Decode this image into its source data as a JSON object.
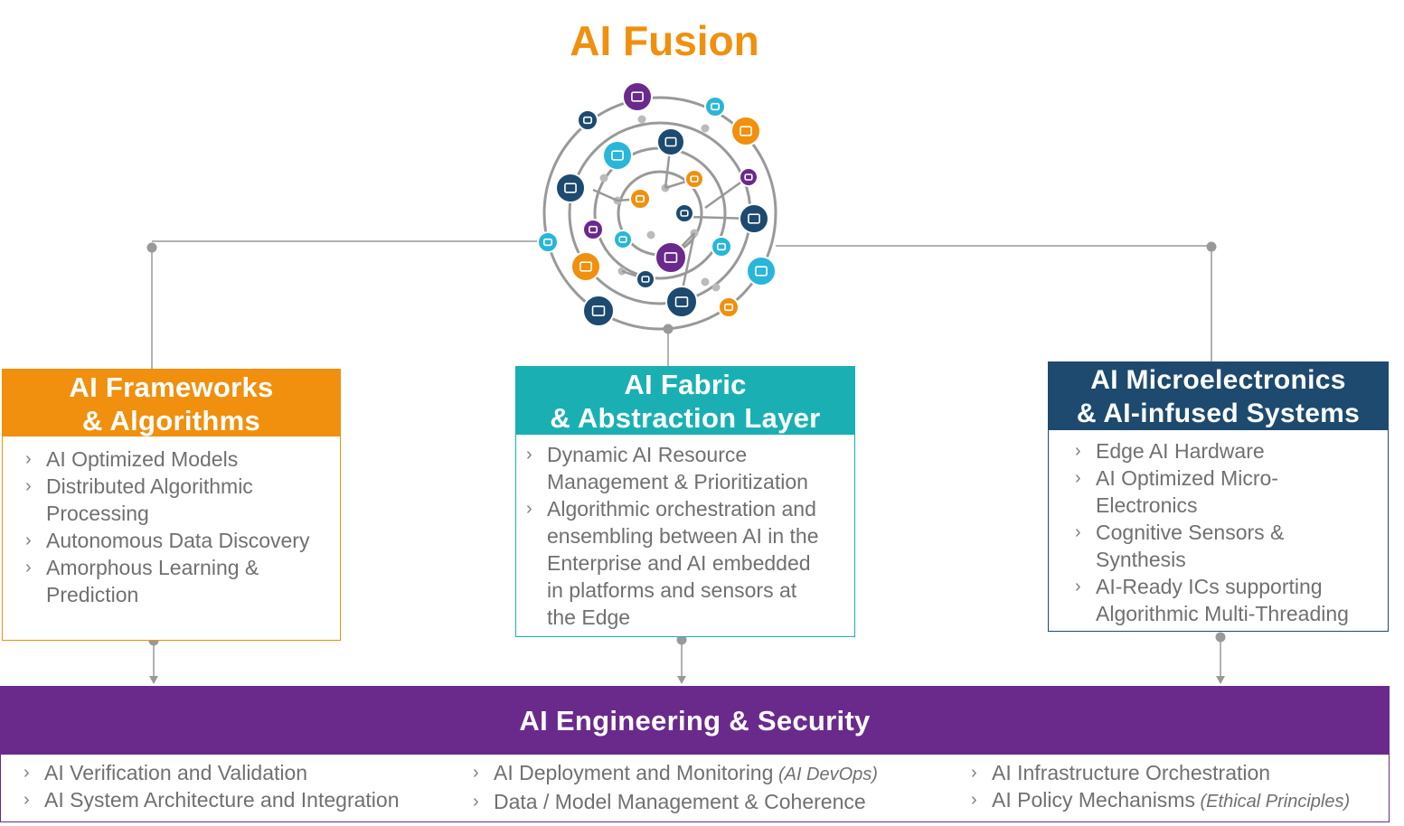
{
  "title": "AI Fusion",
  "colors": {
    "orange": "#f0900e",
    "teal": "#1ab0b3",
    "navy": "#1d4a6e",
    "purple": "#6a2a8c",
    "gray_text": "#707070",
    "connector": "#999999"
  },
  "boxes": {
    "frameworks": {
      "heading_line1": "AI Frameworks",
      "heading_line2": "& Algorithms",
      "items": [
        [
          "AI Optimized Models"
        ],
        [
          "Distributed Algorithmic",
          "Processing"
        ],
        [
          "Autonomous Data Discovery"
        ],
        [
          "Amorphous Learning &",
          "Prediction"
        ]
      ]
    },
    "fabric": {
      "heading_line1": "AI Fabric",
      "heading_line2": "& Abstraction Layer",
      "items": [
        [
          "Dynamic AI Resource",
          "Management & Prioritization"
        ],
        [
          "Algorithmic orchestration and",
          "ensembling between AI in the",
          "Enterprise and AI embedded",
          "in platforms and sensors at",
          "the Edge"
        ]
      ]
    },
    "microelectronics": {
      "heading_line1": "AI Microelectronics",
      "heading_line2": "& AI-infused Systems",
      "items": [
        [
          "Edge AI Hardware"
        ],
        [
          "AI Optimized Micro-",
          "Electronics"
        ],
        [
          "Cognitive Sensors &",
          "Synthesis"
        ],
        [
          "AI-Ready ICs supporting",
          "Algorithmic Multi-Threading"
        ]
      ]
    },
    "engineering": {
      "heading": "AI Engineering & Security",
      "col1": [
        {
          "text": "AI Verification and Validation",
          "note": ""
        },
        {
          "text": "AI System Architecture and Integration",
          "note": ""
        }
      ],
      "col2": [
        {
          "text": "AI Deployment and Monitoring",
          "note": "(AI DevOps)"
        },
        {
          "text": "Data / Model Management & Coherence",
          "note": ""
        }
      ],
      "col3": [
        {
          "text": "AI Infrastructure Orchestration",
          "note": ""
        },
        {
          "text": "AI Policy Mechanisms",
          "note": "(Ethical Principles)"
        }
      ]
    }
  },
  "bullet_glyph": "›",
  "network_icons": [
    {
      "name": "signal-bars-icon",
      "color": "#6a2a8c"
    },
    {
      "name": "sd-card-icon",
      "color": "#29b6d8"
    },
    {
      "name": "cloud-icon",
      "color": "#f0900e"
    },
    {
      "name": "credit-card-icon",
      "color": "#1d4a6e"
    },
    {
      "name": "gear-icon",
      "color": "#1d4a6e"
    },
    {
      "name": "phone-icon",
      "color": "#29b6d8"
    },
    {
      "name": "folder-icon",
      "color": "#f0900e"
    },
    {
      "name": "wifi-icon",
      "color": "#6a2a8c"
    },
    {
      "name": "disc-icon",
      "color": "#1d4a6e"
    },
    {
      "name": "cursor-icon",
      "color": "#f0900e"
    },
    {
      "name": "chip-icon",
      "color": "#1d4a6e"
    },
    {
      "name": "tools-icon",
      "color": "#1d4a6e"
    },
    {
      "name": "document-icon",
      "color": "#29b6d8"
    },
    {
      "name": "router-icon",
      "color": "#6a2a8c"
    },
    {
      "name": "memory-icon",
      "color": "#29b6d8"
    },
    {
      "name": "gauge-icon",
      "color": "#29b6d8"
    },
    {
      "name": "laptop-icon",
      "color": "#f0900e"
    },
    {
      "name": "monitor-icon",
      "color": "#6a2a8c"
    },
    {
      "name": "desktop-icon",
      "color": "#29b6d8"
    },
    {
      "name": "keyboard-icon",
      "color": "#1d4a6e"
    },
    {
      "name": "server-icon",
      "color": "#1d4a6e"
    },
    {
      "name": "tablet-icon",
      "color": "#1d4a6e"
    },
    {
      "name": "window-icon",
      "color": "#f0900e"
    }
  ]
}
